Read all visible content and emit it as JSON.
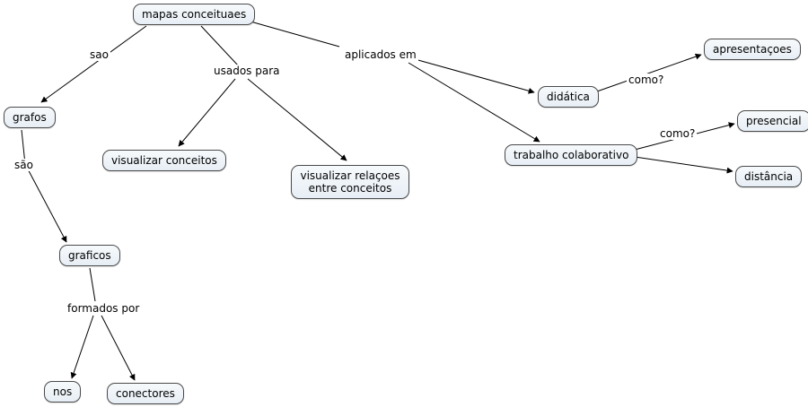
{
  "diagram": {
    "type": "concept-map",
    "nodes": {
      "root": {
        "label": "mapas conceituaes"
      },
      "grafos": {
        "label": "grafos"
      },
      "graficos": {
        "label": "graficos"
      },
      "nos": {
        "label": "nos"
      },
      "conectores": {
        "label": "conectores"
      },
      "visualizar_conceitos": {
        "label": "visualizar conceitos"
      },
      "visualizar_relacoes": {
        "label": "visualizar relaçoes entre conceitos"
      },
      "didatica": {
        "label": "didática"
      },
      "apresentacoes": {
        "label": "apresentaçoes"
      },
      "trabalho": {
        "label": "trabalho colaborativo"
      },
      "presencial": {
        "label": "presencial"
      },
      "distancia": {
        "label": "distância"
      }
    },
    "linking_phrases": {
      "sao": "sao",
      "usados_para": "usados para",
      "aplicados_em": "aplicados em",
      "sao2": "são",
      "formados_por": "formados por",
      "como1": "como?",
      "como2": "como?"
    },
    "colors": {
      "background": "#ffffff",
      "node_fill": "#ecf2f8",
      "node_border": "#4a4a4a",
      "edge": "#000000",
      "text": "#000000"
    }
  }
}
